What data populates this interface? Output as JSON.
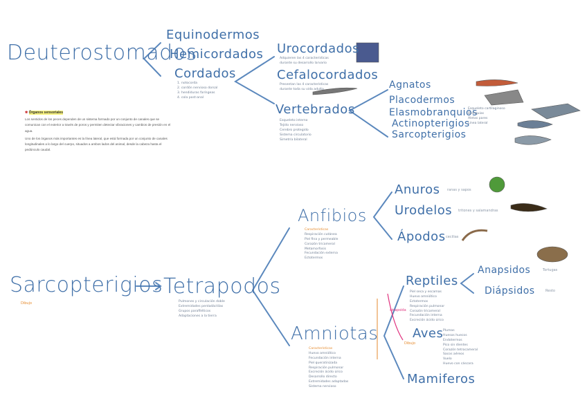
{
  "colors": {
    "ink": "#3f6fa8",
    "accent_orange": "#e58a2c",
    "accent_pink": "#e0337f",
    "note_gray": "#6f7e93"
  },
  "nodes": {
    "deuterostomados": "Deuterostomados",
    "equinodermos": "Equinodermos",
    "hemicordados": "Hemicordados",
    "cordados": "Cordados",
    "urocordados": "Urocordados",
    "cefalocordados": "Cefalocordados",
    "vertebrados": "Vertebrados",
    "agnatos": "Agnatos",
    "placodermos": "Placodermos",
    "elasmobranquios": "Elasmobranquios",
    "actinopterigios": "Actinopterigios",
    "sarcopterigios_fish": "Sarcopterigios",
    "sarcopterigios": "Sarcopterigios",
    "tetrapodos": "Tetrapodos",
    "anfibios": "Anfibios",
    "anuros": "Anuros",
    "urodelos": "Urodelos",
    "apodos": "Ápodos",
    "amniotas": "Amniotas",
    "reptiles": "Reptiles",
    "anapsidos": "Anapsidos",
    "diapsidos": "Diápsidos",
    "aves": "Aves",
    "mamiferos": "Mamiferos"
  },
  "labels": {
    "sarcopterigios_note": "Dibujo",
    "anuros_note": "ranas y sapos",
    "urodelos_note": "tritones y salamandras",
    "apodos_note": "cecilias",
    "anapsidos_note": "Tortugas",
    "diapsidos_note": "Resto",
    "reptiles_note": "sinapsida",
    "aves_note": "Dibujo"
  },
  "notes": {
    "cordados": [
      "1. notocorda",
      "2. cordón nervioso dorsal",
      "3. hendiduras faríngeas",
      "4. cola post-anal"
    ],
    "urocordados": [
      "Adquieren las 4 características",
      "durante su desarrollo larvario"
    ],
    "cefalocordados": [
      "Presentan las 4 características",
      "durante toda su vida adulta"
    ],
    "vertebrados": [
      "Esqueleto interno",
      "Tejido nervioso",
      "Cerebro protegido",
      "Sistema circulatorio",
      "Simetría bilateral"
    ],
    "tetrapodos": [
      "Pulmones y circulación doble",
      "Extremidades pentadáctilas",
      "Grupos parafiléticos",
      "Adaptaciones a la tierra"
    ],
    "anfibios": [
      "Características",
      "Respiración cutánea",
      "Piel fina y permeable",
      "Corazón tricameral",
      "Metamorfosis",
      "Fecundación externa",
      "Ectotermos"
    ],
    "amniotas": [
      "Características",
      "Huevo amniótico",
      "Fecundación interna",
      "Piel queratinizada",
      "Respiración pulmonar",
      "Excreción ácido úrico",
      "Desarrollo directo",
      "Extremidades adaptadas",
      "Sistema nervioso"
    ],
    "reptiles": [
      "Piel seca y escamas",
      "Huevo amniótico",
      "Ectotermos",
      "Respiración pulmonar",
      "Corazón tricameral",
      "Fecundación interna",
      "Excreción ácido úrico"
    ],
    "aves": [
      "Plumas",
      "Huesos huecos",
      "Endotermos",
      "Pico sin dientes",
      "Corazón tetracameral",
      "Sacos aéreos",
      "Vuelo",
      "Huevo con cáscara"
    ],
    "peces": [
      "Esqueleto cartilaginoso",
      "Branquias",
      "Aletas pares",
      "Línea lateral"
    ]
  },
  "document": {
    "heading": "Órganos sensoriales",
    "para1": "Los sentidos de los peces dependen de un sistema formado por un conjunto de canales que se comunican con el exterior a través de poros y permiten detectar vibraciones y cambios de presión en el agua.",
    "para2": "Uno de los órganos más importantes es la línea lateral, que está formada por un conjunto de canales longitudinales a lo largo del cuerpo, situados a ambos lados del animal, desde la cabeza hasta el pedúnculo caudal."
  }
}
